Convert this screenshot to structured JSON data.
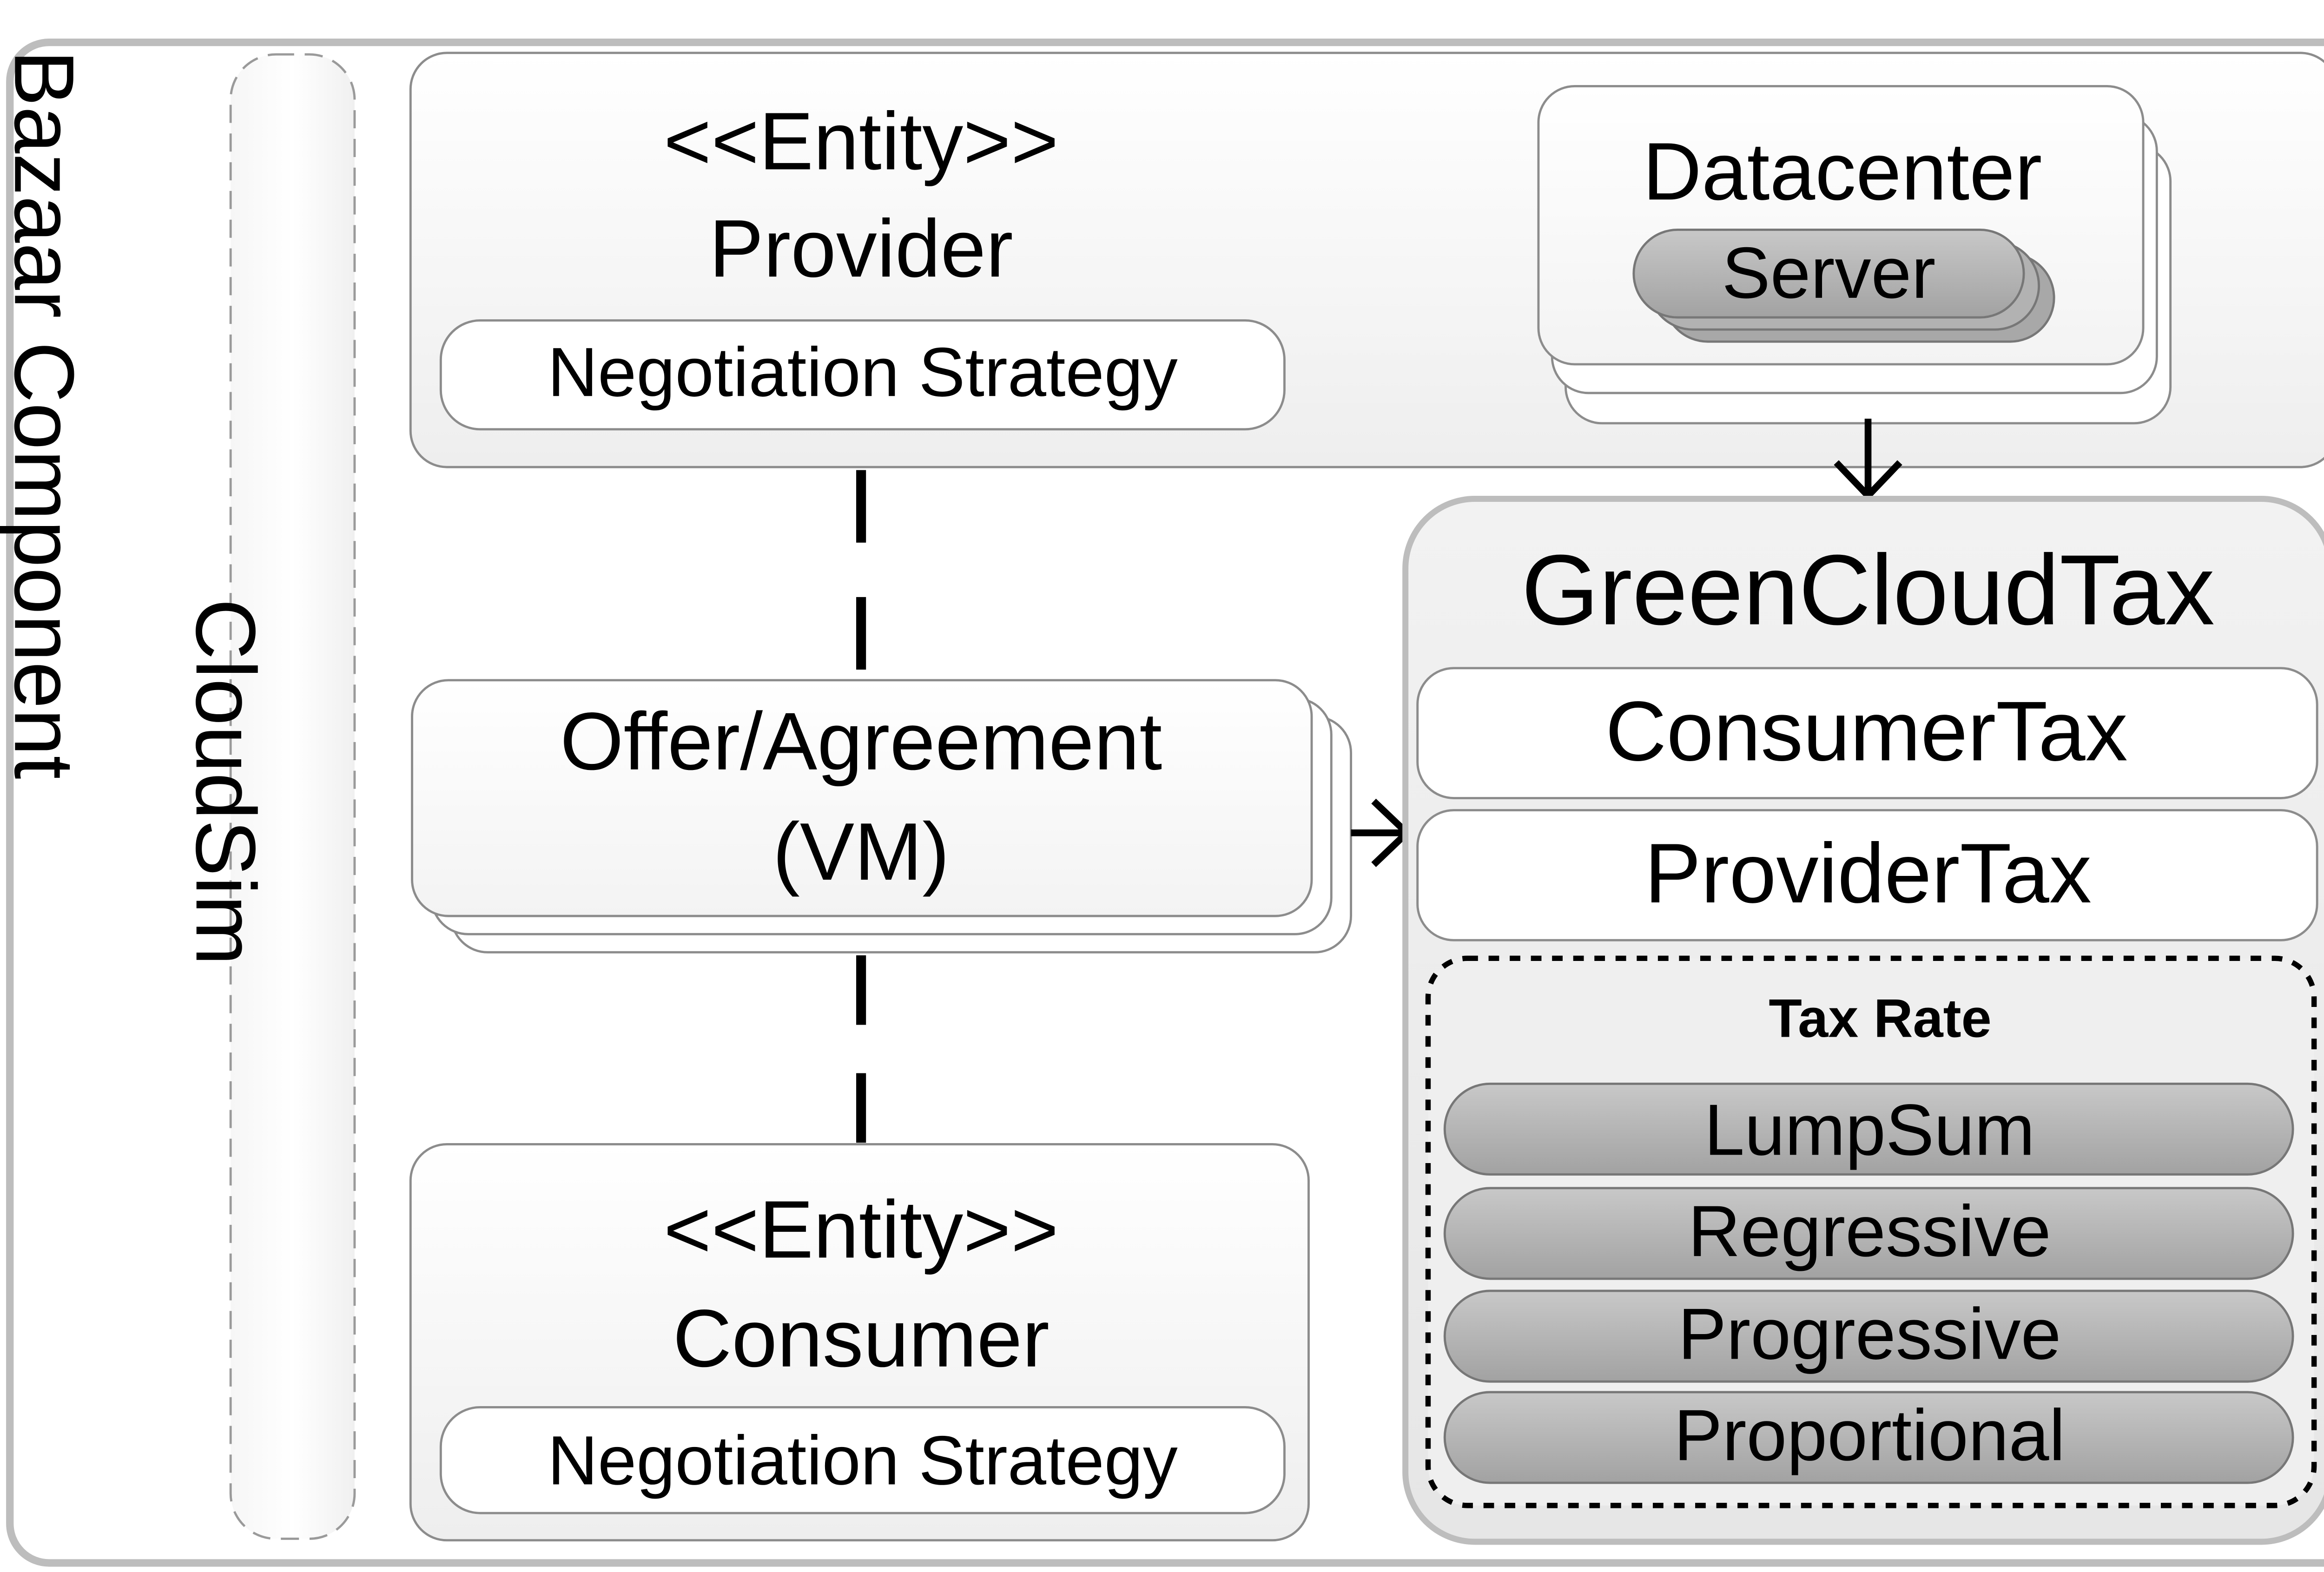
{
  "bazaar": {
    "label": "Bazaar Component"
  },
  "cloudsim": {
    "label": "CloudSim"
  },
  "provider": {
    "stereotype": "<<Entity>>",
    "name": "Provider",
    "strategy": "Negotiation Strategy"
  },
  "datacenter": {
    "name": "Datacenter",
    "server": "Server"
  },
  "offer": {
    "line1": "Offer/Agreement",
    "line2": "(VM)"
  },
  "consumer": {
    "stereotype": "<<Entity>>",
    "name": "Consumer",
    "strategy": "Negotiation Strategy"
  },
  "greencloudtax": {
    "title": "GreenCloudTax",
    "consumer_tax": "ConsumerTax",
    "provider_tax": "ProviderTax",
    "tax_rate": {
      "title": "Tax Rate",
      "options": [
        "LumpSum",
        "Regressive",
        "Progressive",
        "Proportional"
      ]
    }
  },
  "colors": {
    "outline": "#b3b3b3",
    "panel_fill": "#f4f4f4",
    "pill_gray": "#b0b0b0",
    "text": "#000000"
  }
}
